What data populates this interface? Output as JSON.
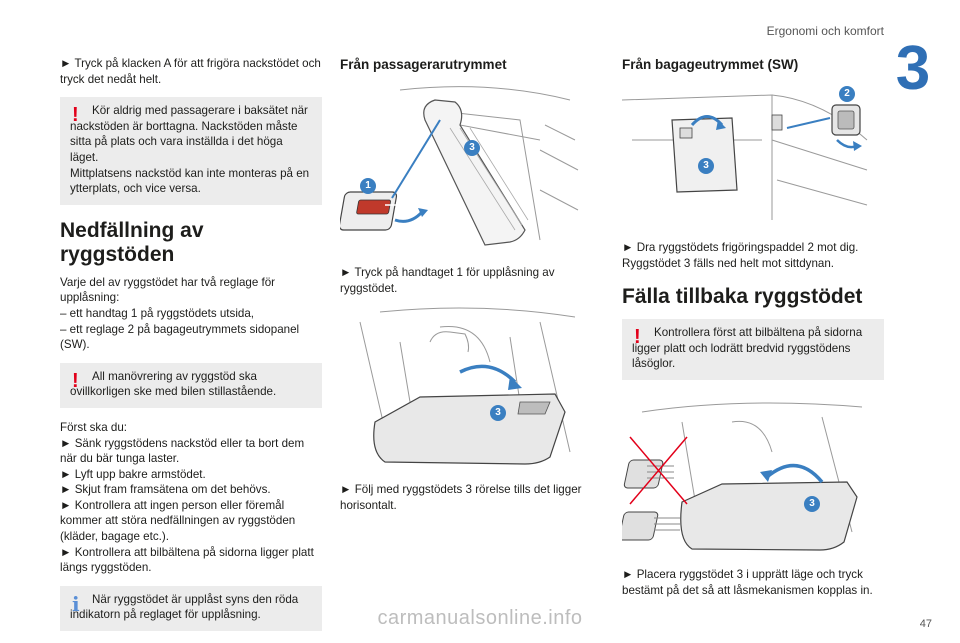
{
  "header": {
    "title": "Ergonomi och komfort",
    "chapter": "3"
  },
  "col1": {
    "intro": "► Tryck på klacken A för att frigöra nackstödet och tryck det nedåt helt.",
    "warning1": [
      "Kör aldrig med passagerare i baksätet när nackstöden är borttagna. Nackstöden måste sitta på plats och vara inställda i det höga läget.",
      "Mittplatsens nackstöd kan inte monteras på en ytterplats, och vice versa."
    ],
    "heading": "Nedfällning av ryggstöden",
    "para1": "Varje del av ryggstödet har två reglage för upplåsning:",
    "para1_items": [
      "– ett handtag 1 på ryggstödets utsida,",
      "– ett reglage 2 på bagageutrymmets sidopanel (SW)."
    ],
    "warning2": "All manövrering av ryggstöd ska ovillkorligen ske med bilen stillastående.",
    "first_label": "Först ska du:",
    "steps": [
      "► Sänk ryggstödens nackstöd eller ta bort dem när du bär tunga laster.",
      "► Lyft upp bakre armstödet.",
      "► Skjut fram framsätena om det behövs.",
      "► Kontrollera att ingen person eller föremål kommer att störa nedfällningen av ryggstöden (kläder, bagage etc.).",
      "► Kontrollera att bilbältena på sidorna ligger platt längs ryggstöden."
    ],
    "info": "När ryggstödet är upplåst syns den röda indikatorn på reglaget för upplåsning."
  },
  "col2": {
    "heading": "Från passagerarutrymmet",
    "caption1": "► Tryck på handtaget 1 för upplåsning av ryggstödet.",
    "caption2": "► Följ med ryggstödets 3 rörelse tills det ligger horisontalt.",
    "fig1_labels": [
      "1",
      "3"
    ],
    "fig2_labels": [
      "3"
    ]
  },
  "col3": {
    "heading": "Från bagageutrymmet (SW)",
    "caption1": "► Dra ryggstödets frigöringspaddel 2 mot dig. Ryggstödet 3 fälls ned helt mot sittdynan.",
    "heading2": "Fälla tillbaka ryggstödet",
    "warning": "Kontrollera först att bilbältena på sidorna ligger platt och lodrätt bredvid ryggstödens låsöglor.",
    "caption2": "► Placera ryggstödet 3 i upprätt läge och tryck bestämt på det så att låsmekanismen kopplas in.",
    "fig1_labels": [
      "2",
      "3"
    ],
    "fig2_labels": [
      "3"
    ]
  },
  "footer": {
    "page": "47",
    "watermark": "carmanualsonline.info"
  },
  "colors": {
    "accent": "#2f6fb5",
    "warning": "#e2001a",
    "info": "#5a8fd6",
    "callout": "#3a7fc1",
    "notice_bg": "#ececec"
  }
}
